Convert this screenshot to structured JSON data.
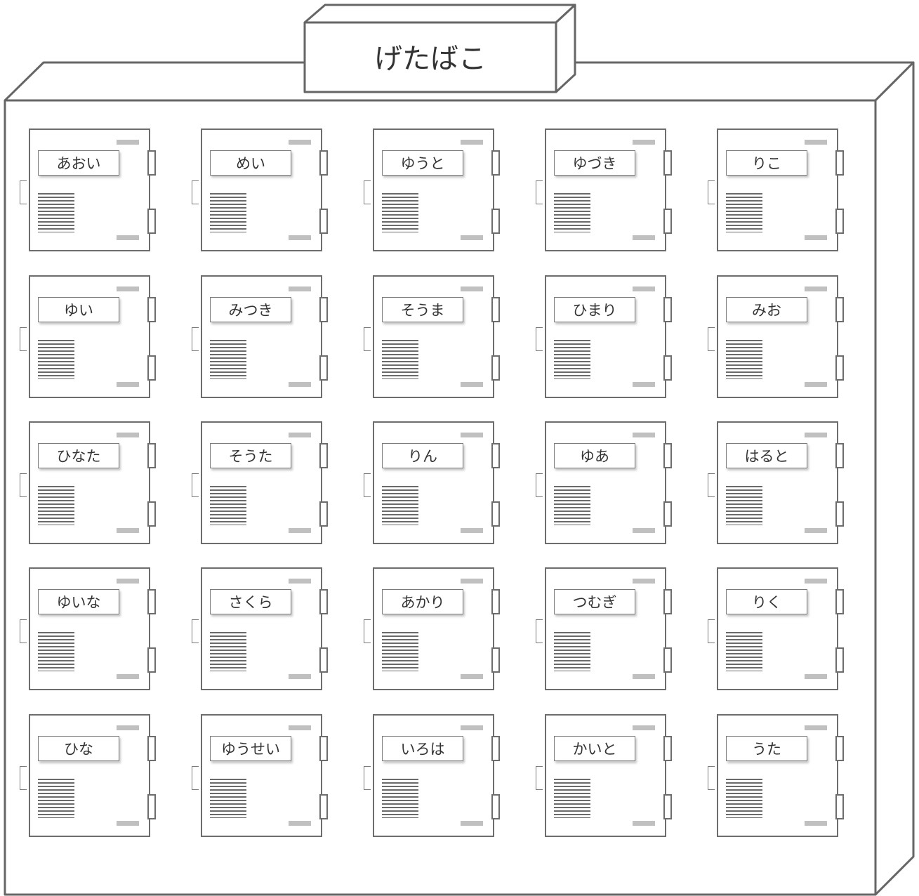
{
  "title": "げたばこ",
  "lockers": [
    {
      "name": "あおい"
    },
    {
      "name": "めい"
    },
    {
      "name": "ゆうと"
    },
    {
      "name": "ゆづき"
    },
    {
      "name": "りこ"
    },
    {
      "name": "ゆい"
    },
    {
      "name": "みつき"
    },
    {
      "name": "そうま"
    },
    {
      "name": "ひまり"
    },
    {
      "name": "みお"
    },
    {
      "name": "ひなた"
    },
    {
      "name": "そうた"
    },
    {
      "name": "りん"
    },
    {
      "name": "ゆあ"
    },
    {
      "name": "はると"
    },
    {
      "name": "ゆいな"
    },
    {
      "name": "さくら"
    },
    {
      "name": "あかり"
    },
    {
      "name": "つむぎ"
    },
    {
      "name": "りく"
    },
    {
      "name": "ひな"
    },
    {
      "name": "ゆうせい"
    },
    {
      "name": "いろは"
    },
    {
      "name": "かいと"
    },
    {
      "name": "うた"
    }
  ]
}
